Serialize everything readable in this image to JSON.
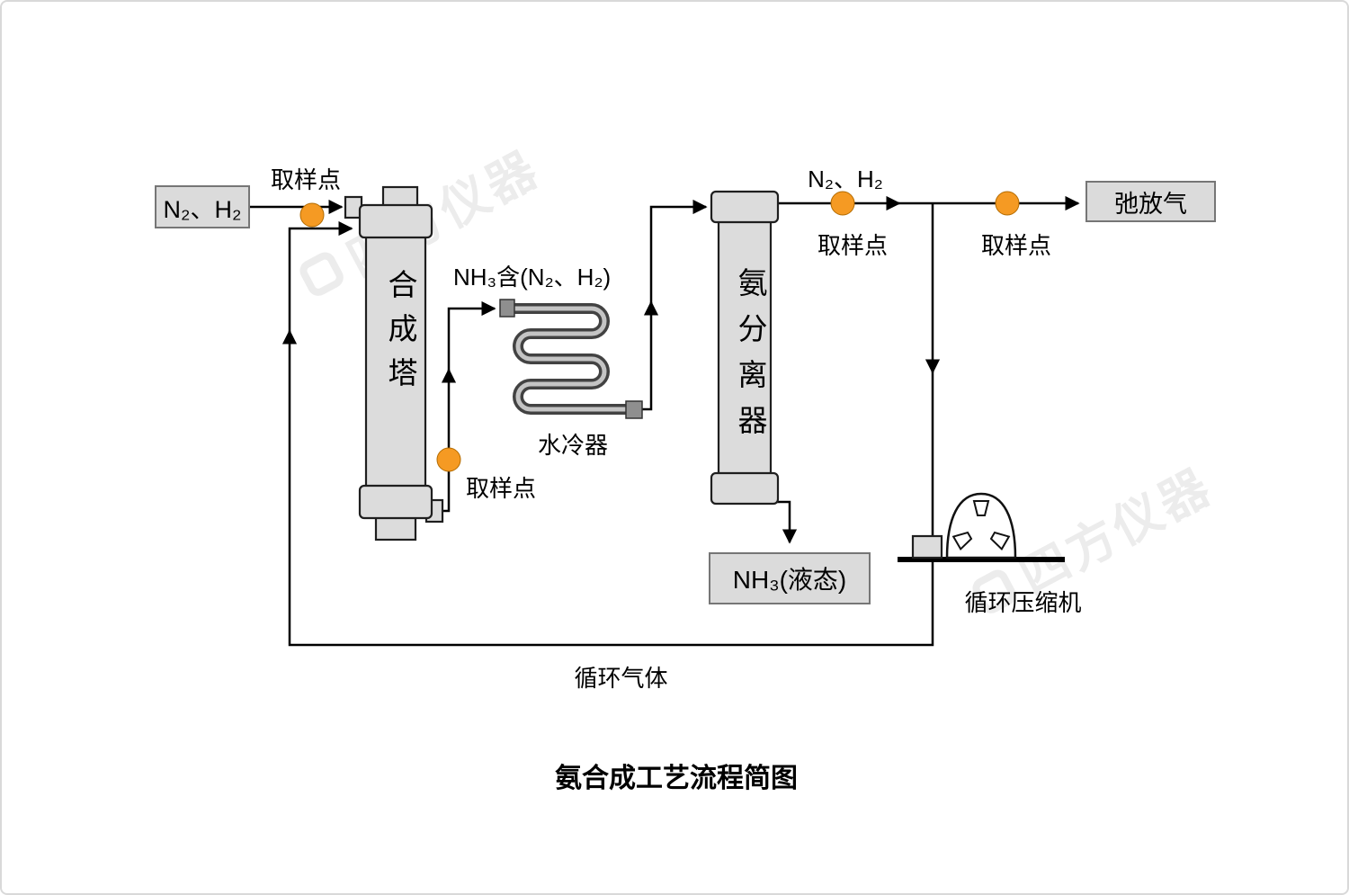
{
  "title": "氨合成工艺流程简图",
  "watermark": "四方仪器",
  "colors": {
    "dot": "#F59A23",
    "equipment": "#DCDCDC"
  },
  "labels": {
    "n2_h2": "N₂、H₂",
    "sampling_point": "取样点",
    "synthesis_tower": "合成塔",
    "cooler_inlet_stream": "NH₃含(N₂、H₂)",
    "water_cooler": "水冷器",
    "ammonia_separator": "氨分离器",
    "purge_gas": "弛放气",
    "nh3_liquid": "NH₃(液态)",
    "compressor": "循环压缩机",
    "recycle_gas": "循环气体"
  }
}
